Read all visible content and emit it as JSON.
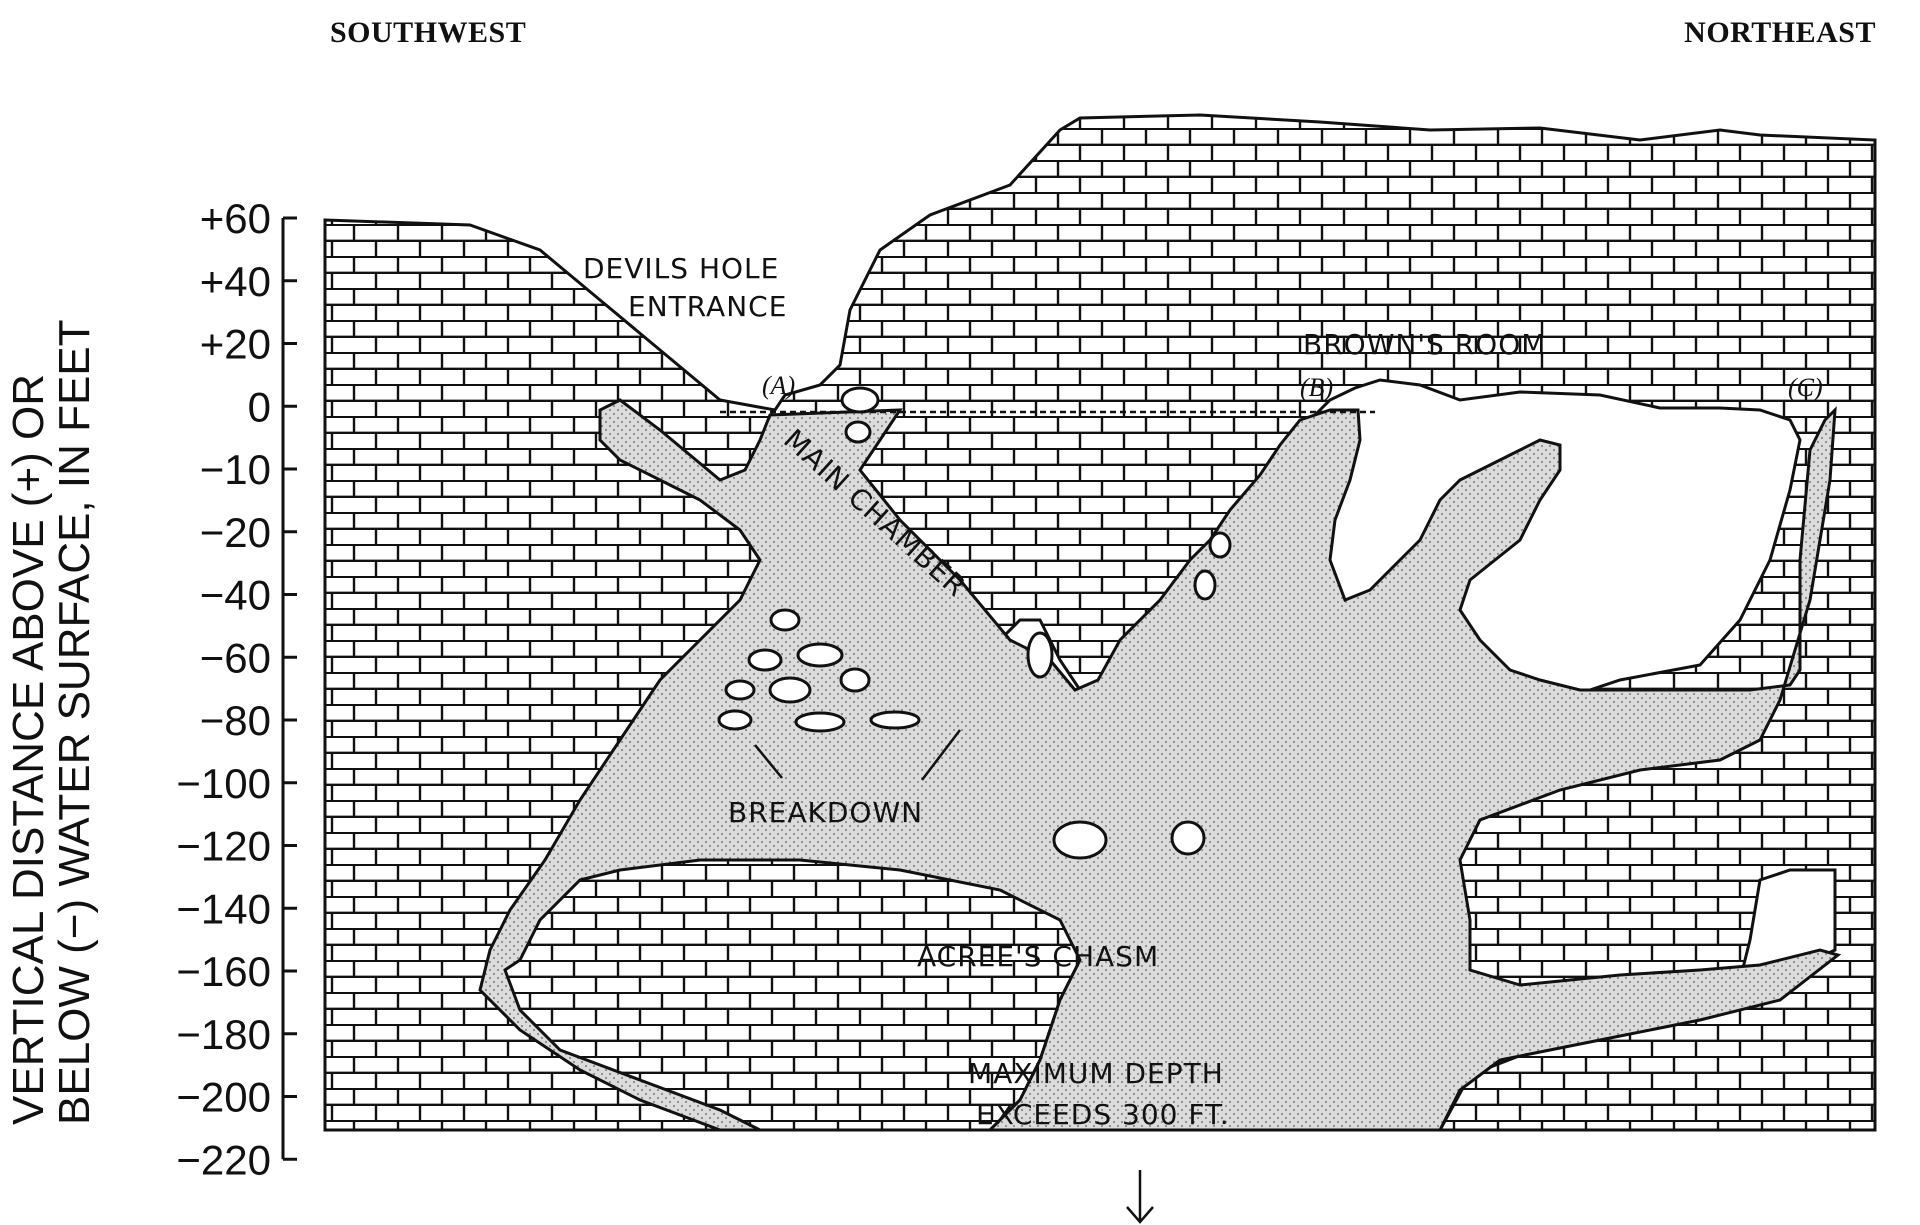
{
  "directions": {
    "left": "SOUTHWEST",
    "right": "NORTHEAST"
  },
  "y_axis": {
    "label_line1": "VERTICAL DISTANCE ABOVE (+) OR",
    "label_line2": "BELOW (−) WATER SURFACE, IN FEET",
    "ticks": [
      "+60",
      "+40",
      "+20",
      "0",
      "−10",
      "−20",
      "−40",
      "−60",
      "−80",
      "−100",
      "−120",
      "−140",
      "−160",
      "−180",
      "−200",
      "−220"
    ]
  },
  "labels": {
    "entrance_line1": "DEVILS HOLE",
    "entrance_line2": "ENTRANCE",
    "browns_room": "BROWN'S ROOM",
    "main_chamber": "MAIN CHAMBER",
    "breakdown": "BREAKDOWN",
    "acrees_chasm": "ACREE'S CHASM",
    "max_depth_line1": "MAXIMUM DEPTH",
    "max_depth_line2": "EXCEEDS 300 FT.",
    "point_a": "(A)",
    "point_b": "(B)",
    "point_c": "(C)"
  },
  "colors": {
    "rock_fill": "#ffffff",
    "rock_mortar": "#111111",
    "water_fill": "#d4d4d4",
    "ink": "#111111"
  },
  "icons": {
    "depth_arrow": "down-arrow-icon"
  }
}
